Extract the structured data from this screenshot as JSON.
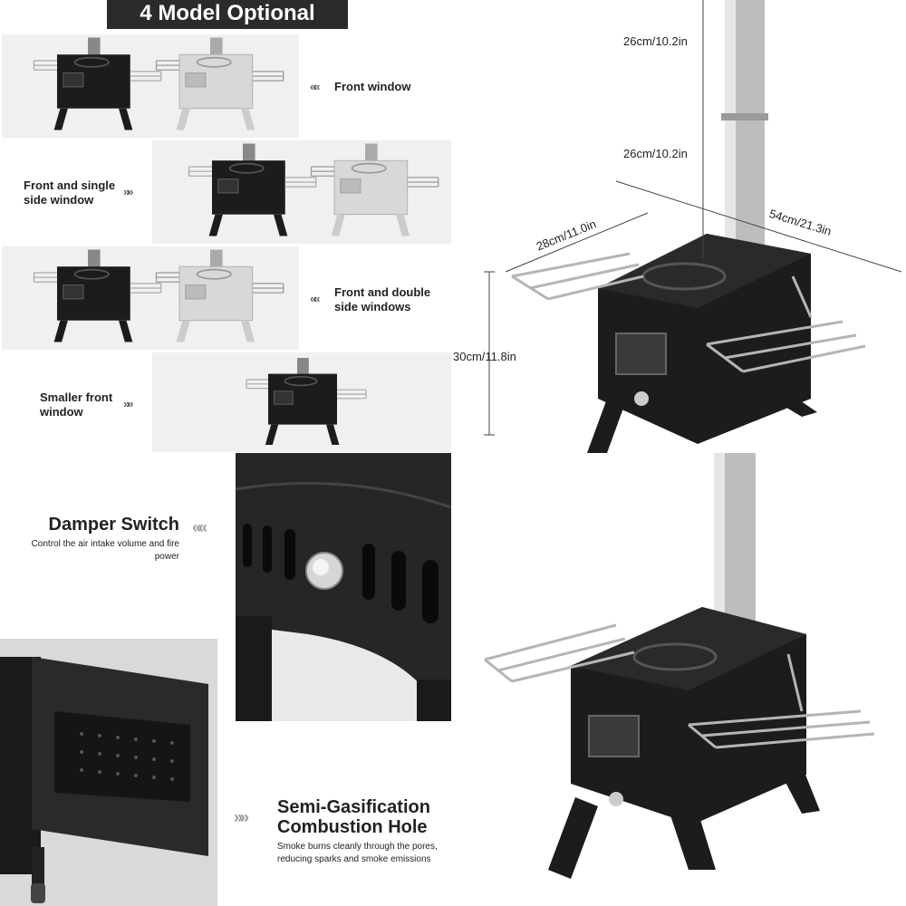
{
  "header": {
    "title": "4 Model Optional"
  },
  "models": [
    {
      "label": "Front window",
      "arrows": "««"
    },
    {
      "label": "Front and single side window",
      "arrows": "»»"
    },
    {
      "label": "Front and double side windows",
      "arrows": "««"
    },
    {
      "label": "Smaller front window",
      "arrows": "»»"
    }
  ],
  "dimensions": {
    "pipe_upper": "26cm/10.2in",
    "pipe_lower": "26cm/10.2in",
    "depth": "54cm/21.3in",
    "rack": "28cm/11.0in",
    "height": "30cm/11.8in"
  },
  "features": {
    "damper": {
      "title": "Damper Switch",
      "desc_1": "Control the air intake volume and fire",
      "desc_2": "power",
      "arrows": "««"
    },
    "gasification": {
      "title_1": "Semi-Gasification",
      "title_2": "Combustion Hole",
      "desc_1": "Smoke burns cleanly through the pores,",
      "desc_2": "reducing sparks and smoke emissions",
      "arrows": "»»"
    }
  },
  "colors": {
    "stove": "#1c1c1c",
    "steel": "#c9c9c9",
    "panel": "#f0f0f0",
    "banner": "#2b2b2b"
  }
}
